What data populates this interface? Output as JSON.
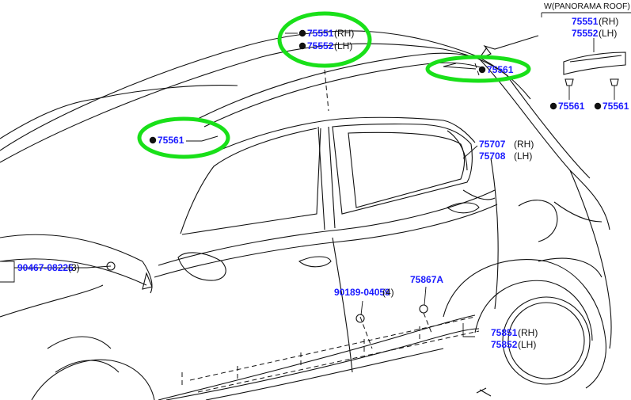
{
  "colors": {
    "part_number": "#1a1aff",
    "highlight": "#19e019",
    "line": "#111111"
  },
  "panorama_note": "W(PANORAMA ROOF)",
  "callouts": {
    "roof_main": {
      "n1": "75551",
      "s1": "(RH)",
      "n2": "75552",
      "s2": "(LH)"
    },
    "roof_clip_rear": {
      "n1": "75561"
    },
    "roof_clip_front": {
      "n1": "75561"
    },
    "pano_molding": {
      "n1": "75551",
      "s1": "(RH)",
      "n2": "75552",
      "s2": "(LH)"
    },
    "pano_clip_left": {
      "n1": "75561"
    },
    "pano_clip_right": {
      "n1": "75561"
    },
    "window_frame": {
      "n1": "75707",
      "s1": "(RH)",
      "n2": "75708",
      "s2": "(LH)"
    },
    "bolt_front": {
      "n1": "90467-08225",
      "s1": "(3)"
    },
    "bolt_rocker": {
      "n1": "90189-04059",
      "s1": "(4)"
    },
    "clip_rocker": {
      "n1": "75867A"
    },
    "rocker_molding": {
      "n1": "75851",
      "s1": "(RH)",
      "n2": "75852",
      "s2": "(LH)"
    }
  }
}
